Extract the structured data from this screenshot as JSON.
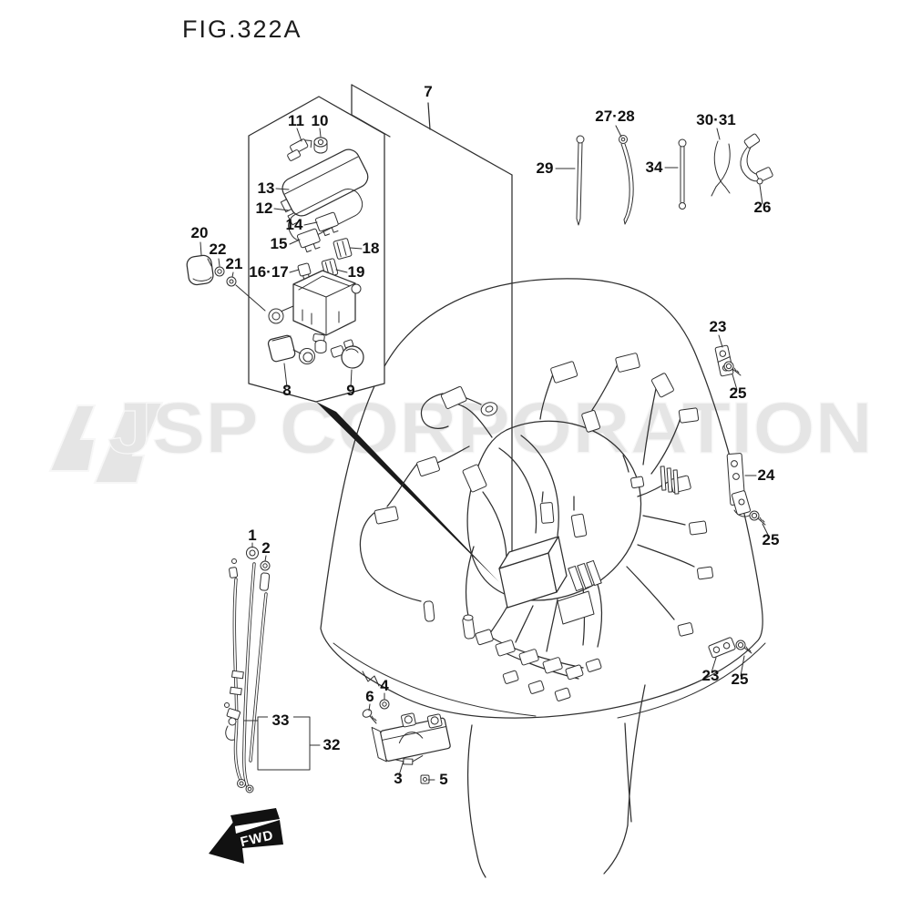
{
  "figure": {
    "title": "FIG.322A"
  },
  "watermark": {
    "text": "JSP CORPORATION",
    "logo": "jsp-logo"
  },
  "fwd_arrow": {
    "label": "FWD"
  },
  "colors": {
    "line": "#2f2f2f",
    "label": "#101010",
    "watermark": "#e5e5e5",
    "wedge": "#1a1a1a"
  },
  "callouts": {
    "c1": "1",
    "c2": "2",
    "c3": "3",
    "c4": "4",
    "c5": "5",
    "c6": "6",
    "c7": "7",
    "c8": "8",
    "c9": "9",
    "c10": "10",
    "c11": "11",
    "c12": "12",
    "c13": "13",
    "c14": "14",
    "c15": "15",
    "c16_17": "16·17",
    "c18": "18",
    "c19": "19",
    "c20": "20",
    "c21": "21",
    "c22": "22",
    "c23a": "23",
    "c23b": "23",
    "c24": "24",
    "c25a": "25",
    "c25b": "25",
    "c25c": "25",
    "c26": "26",
    "c27_28": "27·28",
    "c29": "29",
    "c30_31": "30·31",
    "c32": "32",
    "c33": "33",
    "c34": "34"
  }
}
